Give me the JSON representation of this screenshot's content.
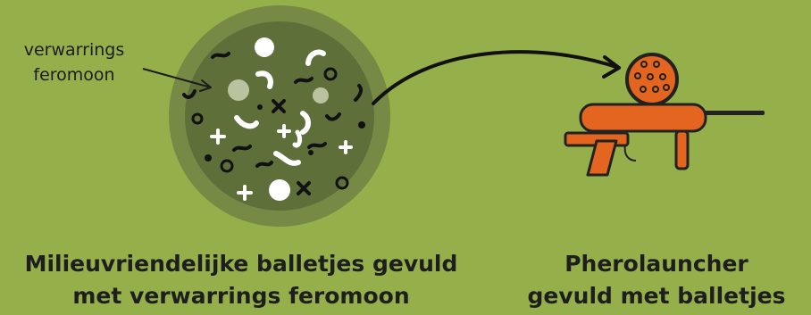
{
  "callout": {
    "line1": "verwarrings",
    "line2": "feromoon"
  },
  "captions": {
    "balls_line1": "Milieuvriendelijke balletjes gevuld",
    "balls_line2": "met verwarrings feromoon",
    "launcher_line1": "Pherolauncher",
    "launcher_line2": "gevuld met balletjes"
  },
  "colors": {
    "background": "#95b04a",
    "ball_outer": "#778a45",
    "ball_inner": "#5e6f3a",
    "launcher": "#e3651f",
    "text": "#1e1e1e"
  }
}
